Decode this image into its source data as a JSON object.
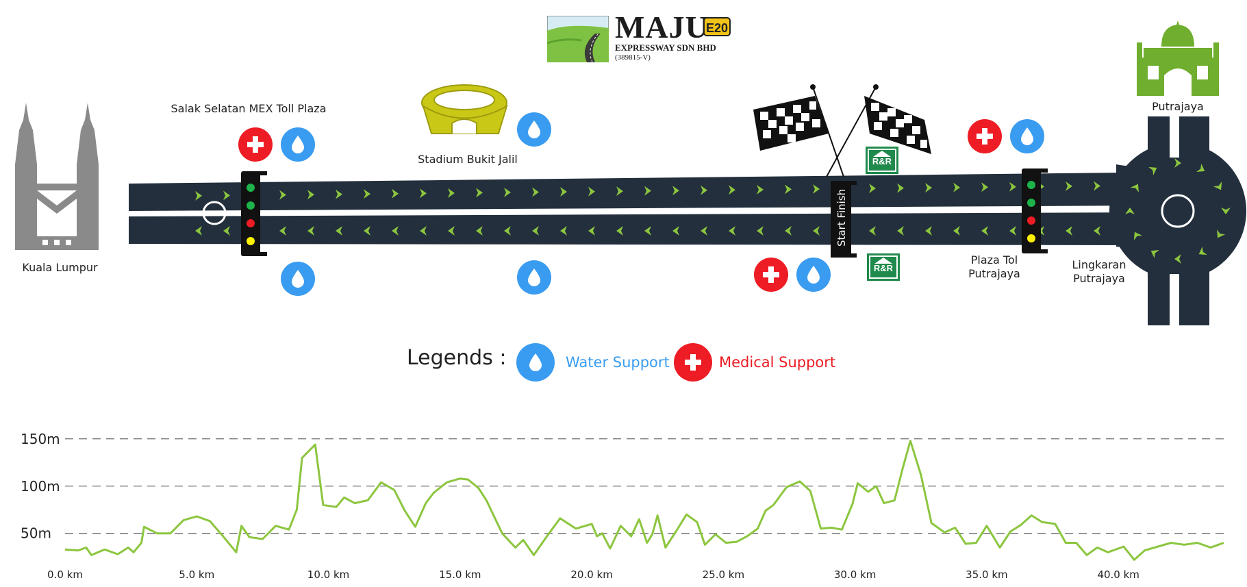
{
  "logo": {
    "name": "MAJU",
    "badge": "E20",
    "subtitle": "EXPRESSWAY SDN BHD",
    "reg": "(389815-V)"
  },
  "places": {
    "kl": "Kuala Lumpur",
    "salak": "Salak Selatan MEX Toll Plaza",
    "stadium": "Stadium Bukit Jalil",
    "plaza_tol_1": "Plaza Tol",
    "plaza_tol_2": "Putrajaya",
    "lingkaran_1": "Lingkaran",
    "lingkaran_2": "Putrajaya",
    "putrajaya": "Putrajaya"
  },
  "start_finish": "Start  Finish",
  "rr_label": "R&R",
  "legend": {
    "title": "Legends :",
    "water": "Water Support",
    "medical": "Medical Support"
  },
  "colors": {
    "road": "#232f3c",
    "arrow": "#8cc63f",
    "water": "#3a9cf0",
    "medical": "#ee1c24",
    "profile": "#8cc63f"
  },
  "chart_data": {
    "type": "line",
    "title": "",
    "xlabel": "",
    "ylabel": "",
    "x_unit": "km",
    "y_unit": "m",
    "xlim": [
      0,
      44
    ],
    "ylim": [
      15,
      160
    ],
    "x_ticks": [
      "0.0 km",
      "5.0 km",
      "10.0 km",
      "15.0 km",
      "20.0 km",
      "25.0 km",
      "30.0 km",
      "35.0 km",
      "40.0 km"
    ],
    "y_ticks": [
      "50m",
      "100m",
      "150m"
    ],
    "grid": "dashed horizontal",
    "series": [
      {
        "x": [
          0,
          0.5,
          0.8,
          1.0,
          1.5,
          2.0,
          2.4,
          2.6,
          2.9,
          3.0,
          3.5,
          4.0,
          4.5,
          5.0,
          5.5,
          6.0,
          6.5,
          6.7,
          7.0,
          7.5,
          8.0,
          8.5,
          8.8,
          9.0,
          9.5,
          9.8,
          10.3,
          10.6,
          11.0,
          11.5,
          12.0,
          12.5,
          12.9,
          13.3,
          13.7,
          14.0,
          14.5,
          15.0,
          15.3,
          15.7,
          16.0,
          16.6,
          17.1,
          17.4,
          17.8,
          18.3,
          18.8,
          19.4,
          20.0,
          20.2,
          20.4,
          20.7,
          21.1,
          21.5,
          21.8,
          22.1,
          22.3,
          22.5,
          22.8,
          23.2,
          23.6,
          24.0,
          24.3,
          24.7,
          25.1,
          25.5,
          25.9,
          26.3,
          26.6,
          26.9,
          27.4,
          27.9,
          28.3,
          28.7,
          29.1,
          29.5,
          29.9,
          30.1,
          30.5,
          30.8,
          31.1,
          31.5,
          31.8,
          32.1,
          32.5,
          32.9,
          33.4,
          33.8,
          34.2,
          34.6,
          35.0,
          35.5,
          35.9,
          36.3,
          36.7,
          37.1,
          37.6,
          38.0,
          38.4,
          38.8,
          39.2,
          39.6,
          40.2,
          40.6,
          41.0,
          41.5,
          42.0,
          42.5,
          43.0,
          43.5,
          44.0
        ],
        "y": [
          33,
          32,
          35,
          27,
          33,
          28,
          35,
          30,
          40,
          57,
          50,
          50,
          64,
          68,
          63,
          47,
          30,
          58,
          46,
          44,
          58,
          54,
          75,
          130,
          144,
          80,
          78,
          88,
          82,
          85,
          104,
          96,
          74,
          57,
          82,
          93,
          104,
          108,
          107,
          98,
          85,
          50,
          35,
          43,
          27,
          47,
          66,
          55,
          60,
          47,
          50,
          34,
          58,
          47,
          65,
          40,
          49,
          69,
          35,
          52,
          70,
          62,
          38,
          49,
          40,
          41,
          47,
          55,
          74,
          80,
          99,
          105,
          95,
          55,
          56,
          54,
          81,
          103,
          94,
          100,
          82,
          85,
          118,
          148,
          112,
          61,
          51,
          56,
          39,
          40,
          58,
          35,
          52,
          59,
          69,
          62,
          60,
          40,
          40,
          27,
          35,
          30,
          36,
          22,
          32,
          36,
          40,
          38,
          40,
          35,
          40
        ]
      }
    ]
  }
}
